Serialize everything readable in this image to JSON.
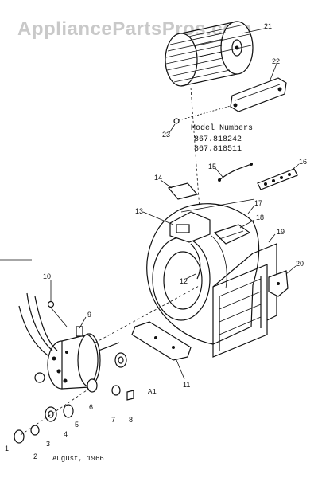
{
  "watermark": "AppliancePartsPros.com",
  "model_numbers": {
    "heading": "Model Numbers",
    "items": [
      "867.818242",
      "867.818511"
    ]
  },
  "date_text": "August, 1966",
  "group_label": "A1",
  "callouts": [
    "1",
    "2",
    "3",
    "4",
    "5",
    "6",
    "7",
    "8",
    "9",
    "10",
    "11",
    "12",
    "13",
    "14",
    "15",
    "16",
    "17",
    "18",
    "19",
    "20",
    "21",
    "22",
    "23"
  ]
}
